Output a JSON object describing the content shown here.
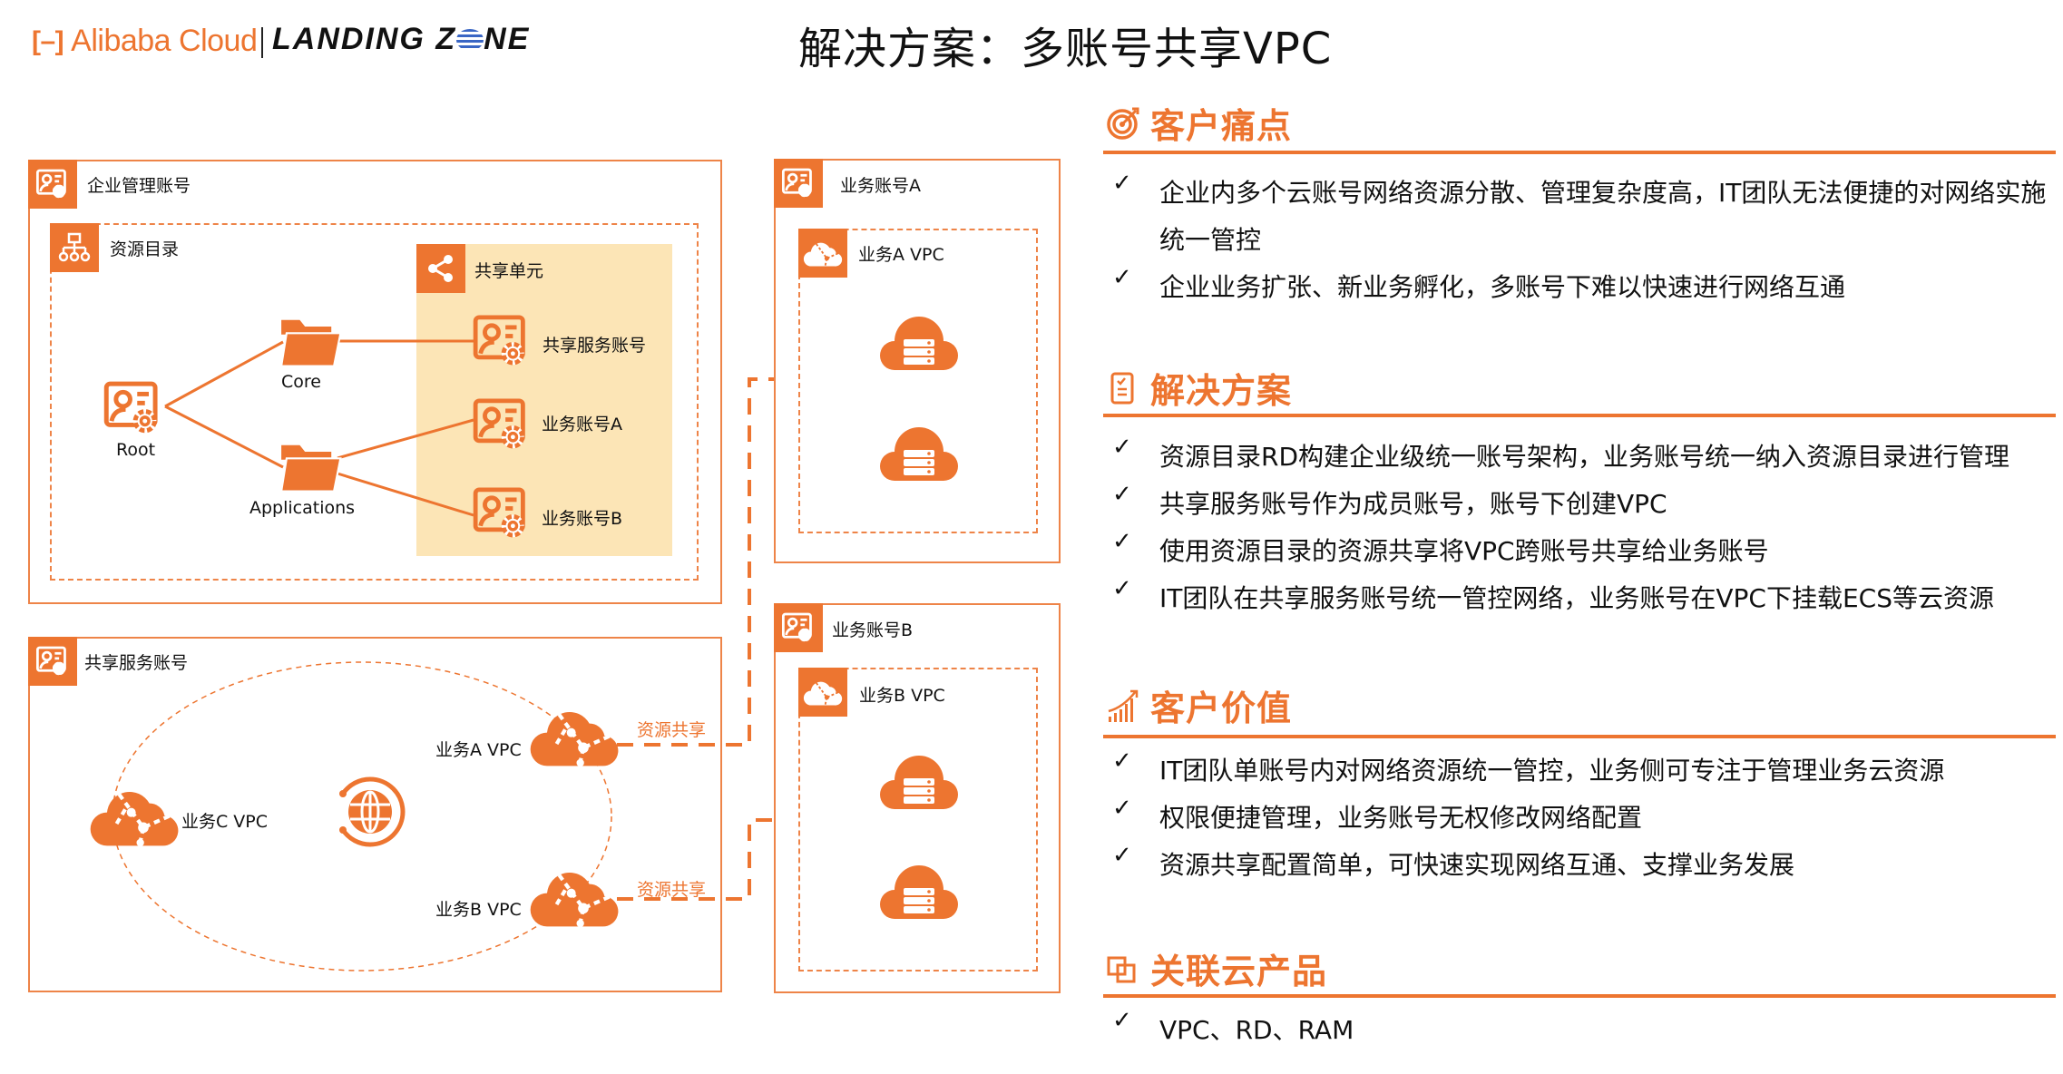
{
  "header": {
    "brand": "Alibaba Cloud",
    "product_prefix": "LANDING Z",
    "product_suffix": "NE",
    "title": "解决方案：多账号共享VPC"
  },
  "diagram": {
    "enterprise_account": {
      "label": "企业管理账号",
      "resource_directory": {
        "label": "资源目录",
        "root_label": "Root",
        "folders": [
          {
            "label": "Core"
          },
          {
            "label": "Applications"
          }
        ],
        "shared_unit": {
          "label": "共享单元",
          "accounts": [
            {
              "label": "共享服务账号"
            },
            {
              "label": "业务账号A"
            },
            {
              "label": "业务账号B"
            }
          ]
        }
      }
    },
    "shared_services_account": {
      "label": "共享服务账号",
      "vpcs": [
        {
          "label": "业务A VPC"
        },
        {
          "label": "业务B VPC"
        },
        {
          "label": "业务C VPC"
        }
      ],
      "share_labels": [
        "资源共享",
        "资源共享"
      ]
    },
    "business_accounts": [
      {
        "label": "业务账号A",
        "vpc_label": "业务A VPC"
      },
      {
        "label": "业务账号B",
        "vpc_label": "业务B VPC"
      }
    ]
  },
  "panel": {
    "sections": [
      {
        "title": "客户痛点",
        "icon": "target-icon",
        "items": [
          "企业内多个云账号网络资源分散、管理复杂度高，IT团队无法便捷的对网络实施统一管控",
          "企业业务扩张、新业务孵化，多账号下难以快速进行网络互通"
        ]
      },
      {
        "title": "解决方案",
        "icon": "checklist-icon",
        "items": [
          "资源目录RD构建企业级统一账号架构，业务账号统一纳入资源目录进行管理",
          "共享服务账号作为成员账号，账号下创建VPC",
          "使用资源目录的资源共享将VPC跨账号共享给业务账号",
          "IT团队在共享服务账号统一管控网络，业务账号在VPC下挂载ECS等云资源"
        ]
      },
      {
        "title": "客户价值",
        "icon": "growth-chart-icon",
        "items": [
          "IT团队单账号内对网络资源统一管控，业务侧可专注于管理业务云资源",
          "权限便捷管理，业务账号无权修改网络配置",
          "资源共享配置简单，可快速实现网络互通、支撑业务发展"
        ]
      },
      {
        "title": "关联云产品",
        "icon": "linked-products-icon",
        "items": [
          "VPC、RD、RAM"
        ]
      }
    ],
    "check_glyph": "✓"
  },
  "colors": {
    "accent": "#ED7530",
    "unit_fill": "#FCE5B6",
    "text": "#111111"
  }
}
